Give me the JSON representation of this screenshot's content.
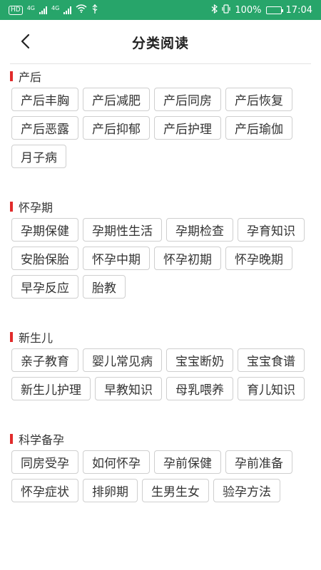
{
  "status_bar": {
    "hd": "HD",
    "net1": "4G",
    "net2": "4G",
    "battery_text": "100%",
    "battery_level": 1.0,
    "time": "17:04",
    "bg_color": "#27a56a"
  },
  "header": {
    "title": "分类阅读"
  },
  "sections": [
    {
      "title": "产后",
      "tags": [
        "产后丰胸",
        "产后减肥",
        "产后同房",
        "产后恢复",
        "产后恶露",
        "产后抑郁",
        "产后护理",
        "产后瑜伽",
        "月子病"
      ]
    },
    {
      "title": "怀孕期",
      "tags": [
        "孕期保健",
        "孕期性生活",
        "孕期检查",
        "孕育知识",
        "安胎保胎",
        "怀孕中期",
        "怀孕初期",
        "怀孕晚期",
        "早孕反应",
        "胎教"
      ]
    },
    {
      "title": "新生儿",
      "tags": [
        "亲子教育",
        "婴儿常见病",
        "宝宝断奶",
        "宝宝食谱",
        "新生儿护理",
        "早教知识",
        "母乳喂养",
        "育儿知识"
      ]
    },
    {
      "title": "科学备孕",
      "tags": [
        "同房受孕",
        "如何怀孕",
        "孕前保健",
        "孕前准备",
        "怀孕症状",
        "排卵期",
        "生男生女",
        "验孕方法"
      ]
    }
  ],
  "colors": {
    "accent_bar": "#e12b2b",
    "tag_border": "#cfcfcf"
  }
}
